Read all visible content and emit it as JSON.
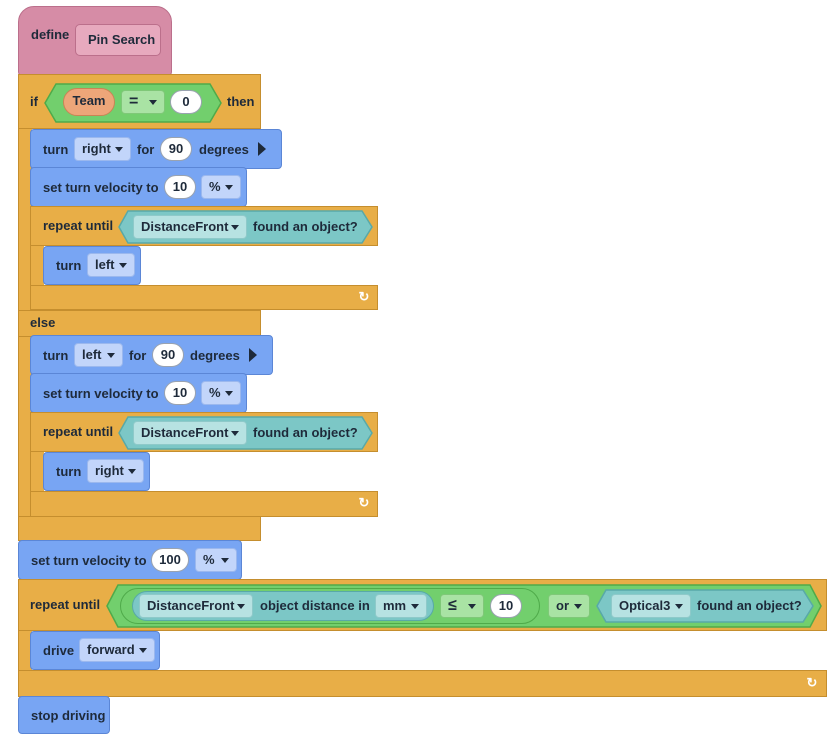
{
  "define": {
    "label": "define",
    "name": "Pin Search"
  },
  "if_block": {
    "if_label": "if",
    "variable": "Team",
    "operator": "=",
    "value": "0",
    "then_label": "then",
    "else_label": "else"
  },
  "then_branch": {
    "turn_for": {
      "turn": "turn",
      "direction": "right",
      "for": "for",
      "value": "90",
      "unit": "degrees"
    },
    "velocity": {
      "label": "set turn velocity to",
      "value": "10",
      "unit": "%"
    },
    "repeat": {
      "label": "repeat until",
      "sensor": "DistanceFront",
      "condition": "found an object?",
      "turn": "turn",
      "direction": "left"
    }
  },
  "else_branch": {
    "turn_for": {
      "turn": "turn",
      "direction": "left",
      "for": "for",
      "value": "90",
      "unit": "degrees"
    },
    "velocity": {
      "label": "set turn velocity to",
      "value": "10",
      "unit": "%"
    },
    "repeat": {
      "label": "repeat until",
      "sensor": "DistanceFront",
      "condition": "found an object?",
      "turn": "turn",
      "direction": "right"
    }
  },
  "velocity2": {
    "label": "set turn velocity to",
    "value": "100",
    "unit": "%"
  },
  "repeat2": {
    "label": "repeat until",
    "sensor1": "DistanceFront",
    "measure": "object distance in",
    "units": "mm",
    "compare": "≤",
    "value": "10",
    "or_label": "or",
    "sensor2": "Optical3",
    "condition2": "found an object?",
    "drive": "drive",
    "drive_dir": "forward"
  },
  "stop": {
    "label": "stop driving"
  },
  "colors": {
    "control": "#e8ae47",
    "motion": "#78a5f3",
    "define": "#d68ca6",
    "operator": "#72cf6d",
    "sensing": "#7cc7c6",
    "variable": "#eda679"
  },
  "icons": {
    "loop": "loop-arrow-icon",
    "play": "play-triangle-icon",
    "dropdown": "chevron-down-icon"
  }
}
